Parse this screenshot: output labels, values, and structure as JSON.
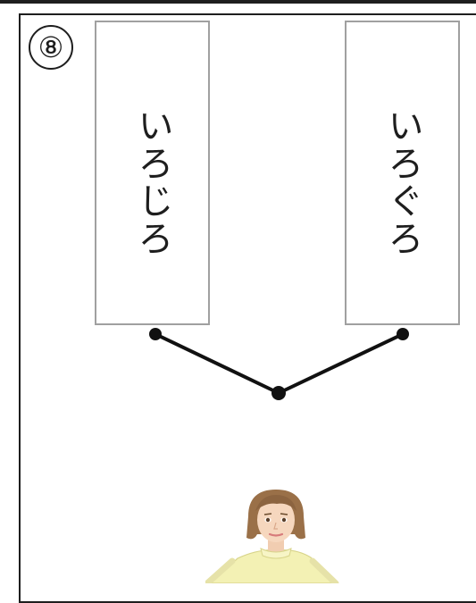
{
  "badge": {
    "number": "⑧"
  },
  "cards": [
    {
      "text": "いろじろ"
    },
    {
      "text": "いろぐろ"
    }
  ],
  "figure": {
    "icon": "girl-avatar"
  }
}
